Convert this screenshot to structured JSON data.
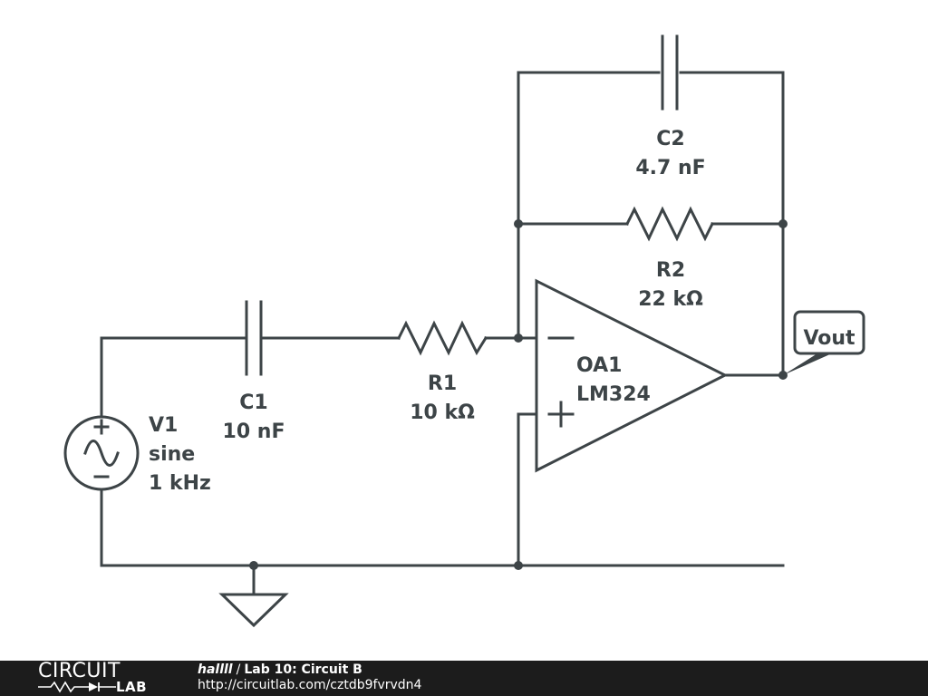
{
  "components": {
    "c2": {
      "name": "C2",
      "value": "4.7 nF"
    },
    "r2": {
      "name": "R2",
      "value": "22 kΩ"
    },
    "r1": {
      "name": "R1",
      "value": "10 kΩ"
    },
    "c1": {
      "name": "C1",
      "value": "10 nF"
    },
    "v1": {
      "name": "V1",
      "type": "sine",
      "freq": "1 kHz"
    },
    "oa1": {
      "name": "OA1",
      "part": "LM324"
    }
  },
  "net_label": "Vout",
  "footer": {
    "logo_top": "CIRCUIT",
    "logo_bottom": "LAB",
    "username": "hallll",
    "separator": "/",
    "circuit_title": "Lab 10: Circuit B",
    "url": "http://circuitlab.com/cztdb9fvrvdn4"
  },
  "colors": {
    "wire": "#3d4447",
    "footer_bg": "#1c1c1c"
  }
}
